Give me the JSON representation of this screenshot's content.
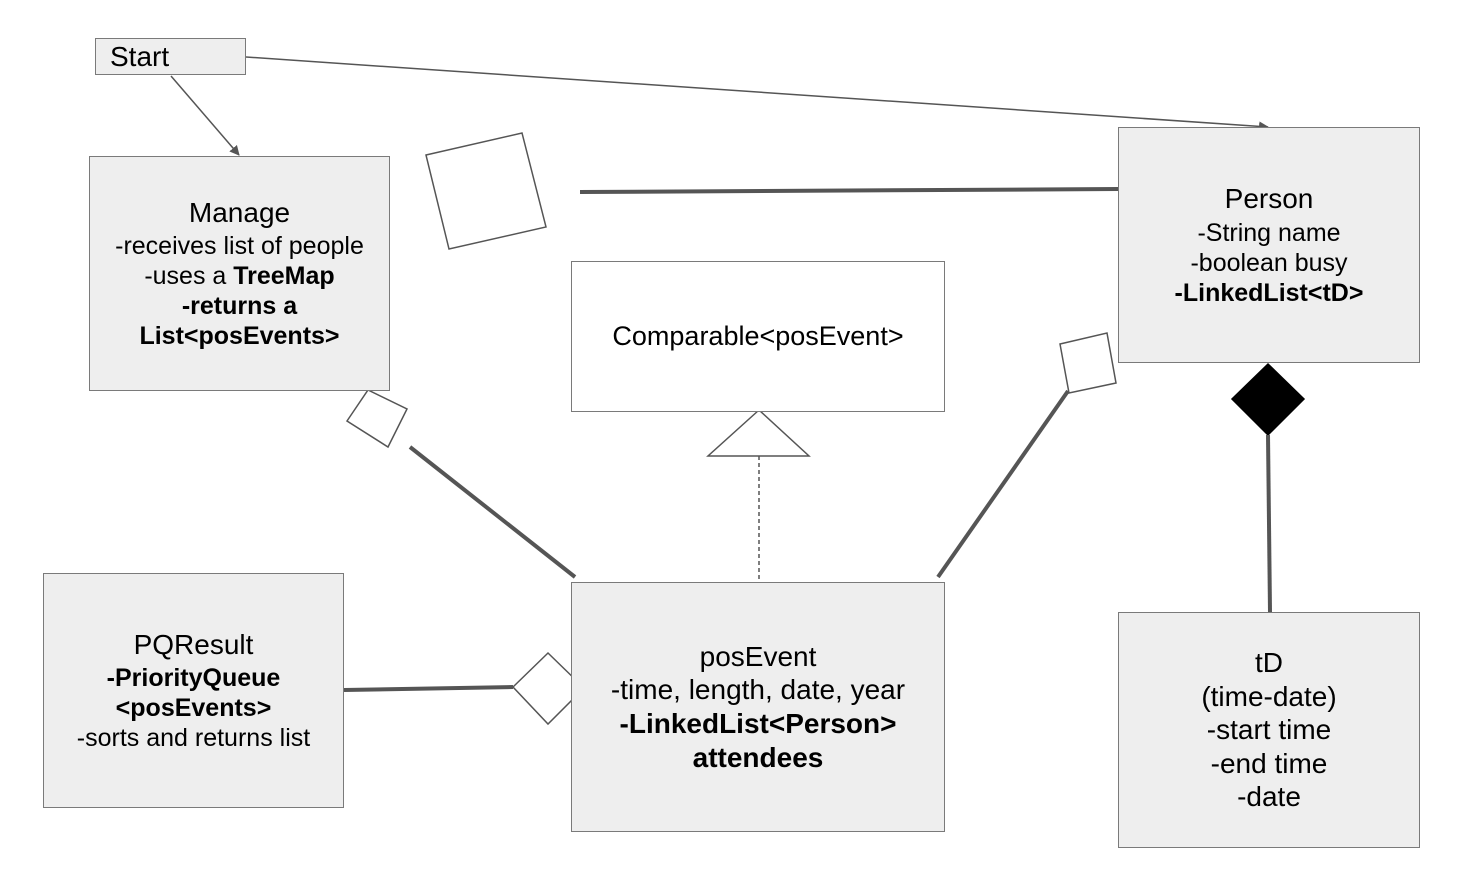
{
  "boxes": {
    "start": {
      "label": "Start"
    },
    "manage": {
      "title": "Manage",
      "line1": "-receives list of people",
      "line2_prefix": "-uses a ",
      "line2_bold": "TreeMap",
      "line3": "-returns a",
      "line4": "List<posEvents>"
    },
    "comparable": {
      "label": "Comparable<posEvent>"
    },
    "person": {
      "title": "Person",
      "line1": "-String name",
      "line2": "-boolean busy",
      "line3": "-LinkedList<tD>"
    },
    "pqresult": {
      "title": "PQResult",
      "line1": "-PriorityQueue",
      "line2": "<posEvents>",
      "line3": "-sorts and returns list"
    },
    "posevent": {
      "title": "posEvent",
      "line1": "-time, length, date, year",
      "line2": "-LinkedList<Person>",
      "line3": "attendees"
    },
    "td": {
      "title": "tD",
      "line1": "(time-date)",
      "line2": "-start time",
      "line3": "-end time",
      "line4": "-date"
    }
  },
  "colors": {
    "box_fill": "#eeeeee",
    "box_border": "#7a7a7a",
    "connector": "#555555",
    "composition_fill": "#000000"
  }
}
